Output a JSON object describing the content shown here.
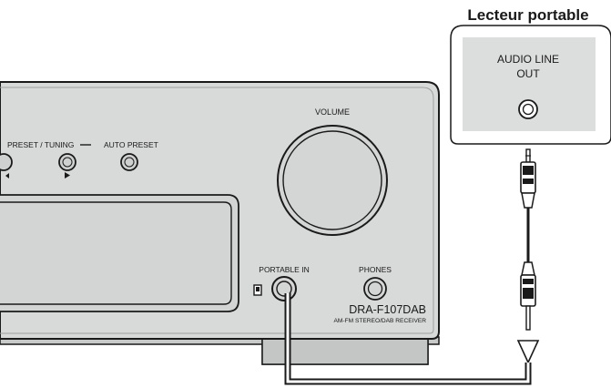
{
  "device": {
    "preset_tuning_label": "PRESET / TUNING",
    "auto_preset_label": "AUTO PRESET",
    "volume_label": "VOLUME",
    "portable_in_label": "PORTABLE IN",
    "phones_label": "PHONES",
    "model_name": "DRA-F107DAB",
    "model_subtitle": "AM-FM STEREO/DAB RECEIVER"
  },
  "portable_player": {
    "title": "Lecteur portable",
    "output_label_line1": "AUDIO LINE",
    "output_label_line2": "OUT"
  },
  "colors": {
    "panel": "#d8d9d9",
    "panel_dark": "#bcbdbd",
    "outline": "#1a1a1a",
    "cable": "#1a1a1a"
  }
}
